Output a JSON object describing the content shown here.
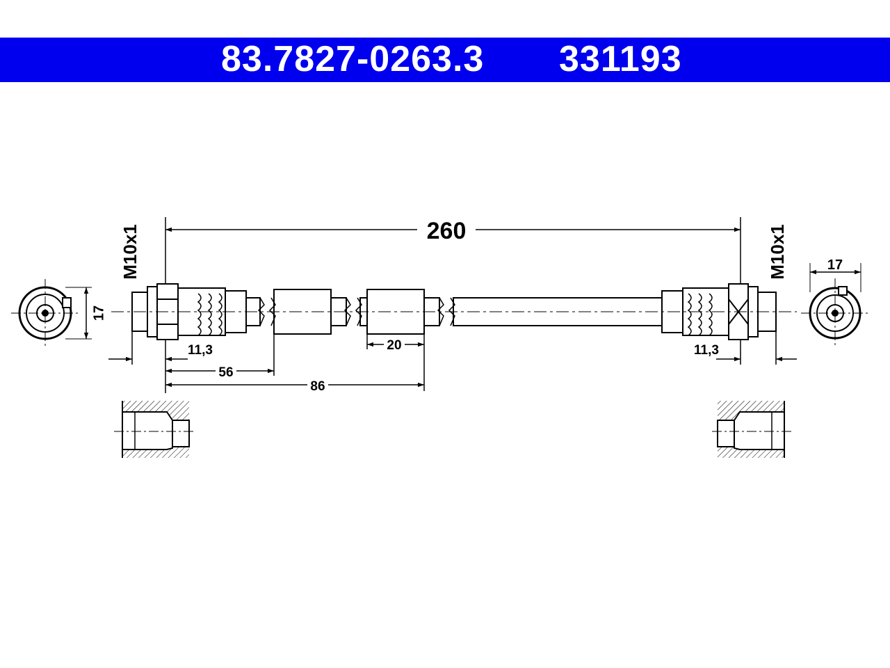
{
  "header": {
    "part_number": "83.7827-0263.3",
    "ref_number": "331193",
    "bg_color": "#0000ee"
  },
  "dimensions": {
    "total_length": "260",
    "left_thread": "M10x1",
    "right_thread": "M10x1",
    "left_width": "17",
    "right_width": "17",
    "left_offset": "11,3",
    "right_offset": "11,3",
    "sleeve1_pos": "56",
    "sleeve2_pos": "86",
    "sleeve_len": "20"
  }
}
